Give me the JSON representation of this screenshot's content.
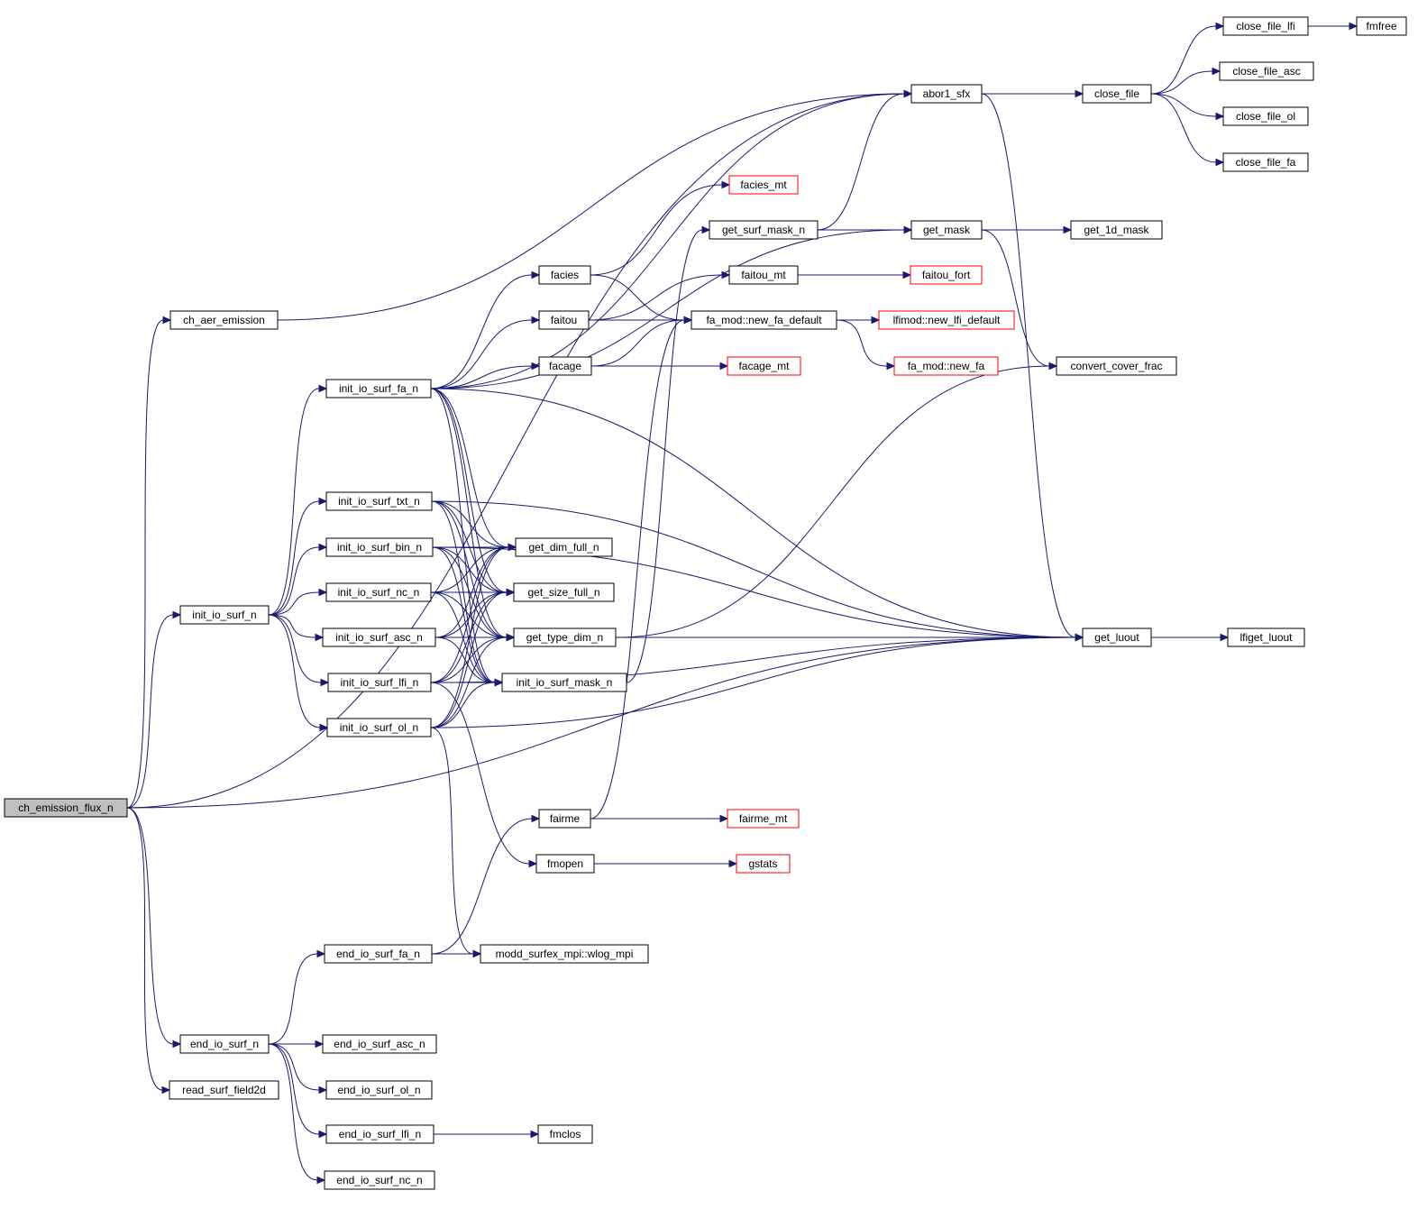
{
  "diagram": {
    "type": "call-graph",
    "root": "ch_emission_flux_n",
    "colors": {
      "edge": "#191970",
      "root_fill": "#bfbfbf",
      "node_border": "#000000",
      "truncated_border": "#ff0000",
      "node_fill": "#ffffff"
    },
    "nodes": [
      {
        "id": "ch_emission_flux_n",
        "label": "ch_emission_flux_n",
        "style": "root"
      },
      {
        "id": "ch_aer_emission",
        "label": "ch_aer_emission",
        "style": "normal"
      },
      {
        "id": "abor1_sfx",
        "label": "abor1_sfx",
        "style": "normal"
      },
      {
        "id": "close_file",
        "label": "close_file",
        "style": "normal"
      },
      {
        "id": "close_file_lfi",
        "label": "close_file_lfi",
        "style": "normal"
      },
      {
        "id": "fmfree",
        "label": "fmfree",
        "style": "normal"
      },
      {
        "id": "close_file_asc",
        "label": "close_file_asc",
        "style": "normal"
      },
      {
        "id": "close_file_ol",
        "label": "close_file_ol",
        "style": "normal"
      },
      {
        "id": "close_file_fa",
        "label": "close_file_fa",
        "style": "normal"
      },
      {
        "id": "get_luout",
        "label": "get_luout",
        "style": "normal"
      },
      {
        "id": "lfiget_luout",
        "label": "lfiget_luout",
        "style": "normal"
      },
      {
        "id": "init_io_surf_n",
        "label": "init_io_surf_n",
        "style": "normal"
      },
      {
        "id": "init_io_surf_fa_n",
        "label": "init_io_surf_fa_n",
        "style": "normal"
      },
      {
        "id": "facies",
        "label": "facies",
        "style": "normal"
      },
      {
        "id": "facies_mt",
        "label": "facies_mt",
        "style": "truncated"
      },
      {
        "id": "fa_mod_new_fa_default",
        "label": "fa_mod::new_fa_default",
        "style": "normal"
      },
      {
        "id": "lfimod_new_lfi_default",
        "label": "lfimod::new_lfi_default",
        "style": "truncated"
      },
      {
        "id": "fa_mod_new_fa",
        "label": "fa_mod::new_fa",
        "style": "truncated"
      },
      {
        "id": "faitou",
        "label": "faitou",
        "style": "normal"
      },
      {
        "id": "faitou_mt",
        "label": "faitou_mt",
        "style": "normal"
      },
      {
        "id": "faitou_fort",
        "label": "faitou_fort",
        "style": "truncated"
      },
      {
        "id": "facage",
        "label": "facage",
        "style": "normal"
      },
      {
        "id": "facage_mt",
        "label": "facage_mt",
        "style": "truncated"
      },
      {
        "id": "get_mask",
        "label": "get_mask",
        "style": "normal"
      },
      {
        "id": "get_1d_mask",
        "label": "get_1d_mask",
        "style": "normal"
      },
      {
        "id": "convert_cover_frac",
        "label": "convert_cover_frac",
        "style": "normal"
      },
      {
        "id": "get_surf_mask_n",
        "label": "get_surf_mask_n",
        "style": "normal"
      },
      {
        "id": "get_dim_full_n",
        "label": "get_dim_full_n",
        "style": "normal"
      },
      {
        "id": "get_size_full_n",
        "label": "get_size_full_n",
        "style": "normal"
      },
      {
        "id": "get_type_dim_n",
        "label": "get_type_dim_n",
        "style": "normal"
      },
      {
        "id": "init_io_surf_mask_n",
        "label": "init_io_surf_mask_n",
        "style": "normal"
      },
      {
        "id": "init_io_surf_txt_n",
        "label": "init_io_surf_txt_n",
        "style": "normal"
      },
      {
        "id": "init_io_surf_bin_n",
        "label": "init_io_surf_bin_n",
        "style": "normal"
      },
      {
        "id": "init_io_surf_nc_n",
        "label": "init_io_surf_nc_n",
        "style": "normal"
      },
      {
        "id": "init_io_surf_asc_n",
        "label": "init_io_surf_asc_n",
        "style": "normal"
      },
      {
        "id": "init_io_surf_lfi_n",
        "label": "init_io_surf_lfi_n",
        "style": "normal"
      },
      {
        "id": "init_io_surf_ol_n",
        "label": "init_io_surf_ol_n",
        "style": "normal"
      },
      {
        "id": "fairme",
        "label": "fairme",
        "style": "normal"
      },
      {
        "id": "fairme_mt",
        "label": "fairme_mt",
        "style": "truncated"
      },
      {
        "id": "fmopen",
        "label": "fmopen",
        "style": "normal"
      },
      {
        "id": "gstats",
        "label": "gstats",
        "style": "truncated"
      },
      {
        "id": "end_io_surf_fa_n",
        "label": "end_io_surf_fa_n",
        "style": "normal"
      },
      {
        "id": "modd_surfex_mpi_wlog_mpi",
        "label": "modd_surfex_mpi::wlog_mpi",
        "style": "normal"
      },
      {
        "id": "end_io_surf_n",
        "label": "end_io_surf_n",
        "style": "normal"
      },
      {
        "id": "end_io_surf_asc_n",
        "label": "end_io_surf_asc_n",
        "style": "normal"
      },
      {
        "id": "end_io_surf_ol_n",
        "label": "end_io_surf_ol_n",
        "style": "normal"
      },
      {
        "id": "end_io_surf_lfi_n",
        "label": "end_io_surf_lfi_n",
        "style": "normal"
      },
      {
        "id": "fmclos",
        "label": "fmclos",
        "style": "normal"
      },
      {
        "id": "end_io_surf_nc_n",
        "label": "end_io_surf_nc_n",
        "style": "normal"
      },
      {
        "id": "read_surf_field2d",
        "label": "read_surf_field2d",
        "style": "normal"
      }
    ],
    "edges": [
      [
        "ch_emission_flux_n",
        "abor1_sfx"
      ],
      [
        "ch_emission_flux_n",
        "ch_aer_emission"
      ],
      [
        "ch_emission_flux_n",
        "init_io_surf_n"
      ],
      [
        "ch_emission_flux_n",
        "get_luout"
      ],
      [
        "ch_emission_flux_n",
        "end_io_surf_n"
      ],
      [
        "ch_emission_flux_n",
        "read_surf_field2d"
      ],
      [
        "ch_aer_emission",
        "abor1_sfx"
      ],
      [
        "abor1_sfx",
        "close_file"
      ],
      [
        "abor1_sfx",
        "get_luout"
      ],
      [
        "close_file",
        "close_file_lfi"
      ],
      [
        "close_file",
        "close_file_asc"
      ],
      [
        "close_file",
        "close_file_ol"
      ],
      [
        "close_file",
        "close_file_fa"
      ],
      [
        "close_file_lfi",
        "fmfree"
      ],
      [
        "get_luout",
        "lfiget_luout"
      ],
      [
        "init_io_surf_n",
        "init_io_surf_fa_n"
      ],
      [
        "init_io_surf_n",
        "init_io_surf_txt_n"
      ],
      [
        "init_io_surf_n",
        "init_io_surf_bin_n"
      ],
      [
        "init_io_surf_n",
        "init_io_surf_nc_n"
      ],
      [
        "init_io_surf_n",
        "init_io_surf_asc_n"
      ],
      [
        "init_io_surf_n",
        "init_io_surf_lfi_n"
      ],
      [
        "init_io_surf_n",
        "init_io_surf_ol_n"
      ],
      [
        "init_io_surf_fa_n",
        "abor1_sfx"
      ],
      [
        "init_io_surf_fa_n",
        "get_mask"
      ],
      [
        "init_io_surf_fa_n",
        "facies"
      ],
      [
        "init_io_surf_fa_n",
        "faitou"
      ],
      [
        "init_io_surf_fa_n",
        "facage"
      ],
      [
        "init_io_surf_fa_n",
        "get_luout"
      ],
      [
        "init_io_surf_fa_n",
        "get_dim_full_n"
      ],
      [
        "init_io_surf_fa_n",
        "get_size_full_n"
      ],
      [
        "init_io_surf_fa_n",
        "get_type_dim_n"
      ],
      [
        "init_io_surf_fa_n",
        "init_io_surf_mask_n"
      ],
      [
        "facies",
        "facies_mt"
      ],
      [
        "facies",
        "fa_mod_new_fa_default"
      ],
      [
        "faitou",
        "faitou_mt"
      ],
      [
        "faitou",
        "fa_mod_new_fa_default"
      ],
      [
        "facage",
        "fa_mod_new_fa_default"
      ],
      [
        "facage",
        "facage_mt"
      ],
      [
        "faitou_mt",
        "faitou_fort"
      ],
      [
        "fa_mod_new_fa_default",
        "lfimod_new_lfi_default"
      ],
      [
        "fa_mod_new_fa_default",
        "fa_mod_new_fa"
      ],
      [
        "get_surf_mask_n",
        "abor1_sfx"
      ],
      [
        "get_surf_mask_n",
        "get_mask"
      ],
      [
        "get_mask",
        "get_1d_mask"
      ],
      [
        "get_mask",
        "convert_cover_frac"
      ],
      [
        "get_type_dim_n",
        "convert_cover_frac"
      ],
      [
        "init_io_surf_mask_n",
        "get_surf_mask_n"
      ],
      [
        "init_io_surf_txt_n",
        "get_luout"
      ],
      [
        "init_io_surf_txt_n",
        "get_dim_full_n"
      ],
      [
        "init_io_surf_txt_n",
        "get_size_full_n"
      ],
      [
        "init_io_surf_txt_n",
        "get_type_dim_n"
      ],
      [
        "init_io_surf_txt_n",
        "init_io_surf_mask_n"
      ],
      [
        "init_io_surf_bin_n",
        "get_luout"
      ],
      [
        "init_io_surf_bin_n",
        "get_dim_full_n"
      ],
      [
        "init_io_surf_bin_n",
        "get_size_full_n"
      ],
      [
        "init_io_surf_bin_n",
        "get_type_dim_n"
      ],
      [
        "init_io_surf_bin_n",
        "init_io_surf_mask_n"
      ],
      [
        "init_io_surf_nc_n",
        "get_dim_full_n"
      ],
      [
        "init_io_surf_nc_n",
        "get_size_full_n"
      ],
      [
        "init_io_surf_nc_n",
        "get_type_dim_n"
      ],
      [
        "init_io_surf_nc_n",
        "init_io_surf_mask_n"
      ],
      [
        "init_io_surf_asc_n",
        "get_dim_full_n"
      ],
      [
        "init_io_surf_asc_n",
        "get_size_full_n"
      ],
      [
        "init_io_surf_asc_n",
        "get_type_dim_n"
      ],
      [
        "init_io_surf_asc_n",
        "init_io_surf_mask_n"
      ],
      [
        "init_io_surf_asc_n",
        "get_luout"
      ],
      [
        "init_io_surf_lfi_n",
        "get_dim_full_n"
      ],
      [
        "init_io_surf_lfi_n",
        "get_size_full_n"
      ],
      [
        "init_io_surf_lfi_n",
        "get_type_dim_n"
      ],
      [
        "init_io_surf_lfi_n",
        "init_io_surf_mask_n"
      ],
      [
        "init_io_surf_lfi_n",
        "get_luout"
      ],
      [
        "init_io_surf_lfi_n",
        "fmopen"
      ],
      [
        "init_io_surf_ol_n",
        "get_dim_full_n"
      ],
      [
        "init_io_surf_ol_n",
        "get_size_full_n"
      ],
      [
        "init_io_surf_ol_n",
        "get_type_dim_n"
      ],
      [
        "init_io_surf_ol_n",
        "init_io_surf_mask_n"
      ],
      [
        "init_io_surf_ol_n",
        "get_luout"
      ],
      [
        "init_io_surf_ol_n",
        "modd_surfex_mpi_wlog_mpi"
      ],
      [
        "fairme",
        "fa_mod_new_fa_default"
      ],
      [
        "fairme",
        "fairme_mt"
      ],
      [
        "fmopen",
        "gstats"
      ],
      [
        "end_io_surf_fa_n",
        "fairme"
      ],
      [
        "end_io_surf_fa_n",
        "modd_surfex_mpi_wlog_mpi"
      ],
      [
        "end_io_surf_n",
        "end_io_surf_fa_n"
      ],
      [
        "end_io_surf_n",
        "end_io_surf_asc_n"
      ],
      [
        "end_io_surf_n",
        "end_io_surf_ol_n"
      ],
      [
        "end_io_surf_n",
        "end_io_surf_lfi_n"
      ],
      [
        "end_io_surf_n",
        "end_io_surf_nc_n"
      ],
      [
        "end_io_surf_lfi_n",
        "fmclos"
      ]
    ]
  }
}
